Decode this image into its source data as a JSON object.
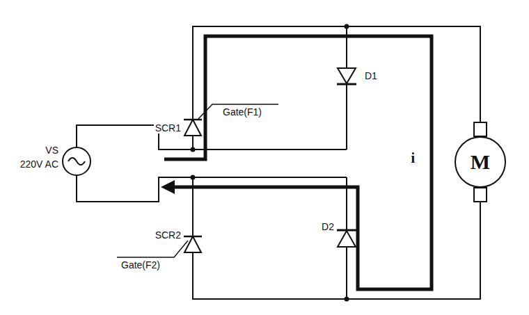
{
  "diagram": {
    "nodes": [
      {
        "text": [
          "M"
        ]
      }
    ],
    "labels": [
      "SCR1",
      "Gate(F1)",
      "D1",
      "VS",
      "220V AC",
      "i",
      "SCR2",
      "Gate(F2)",
      "D2"
    ]
  }
}
